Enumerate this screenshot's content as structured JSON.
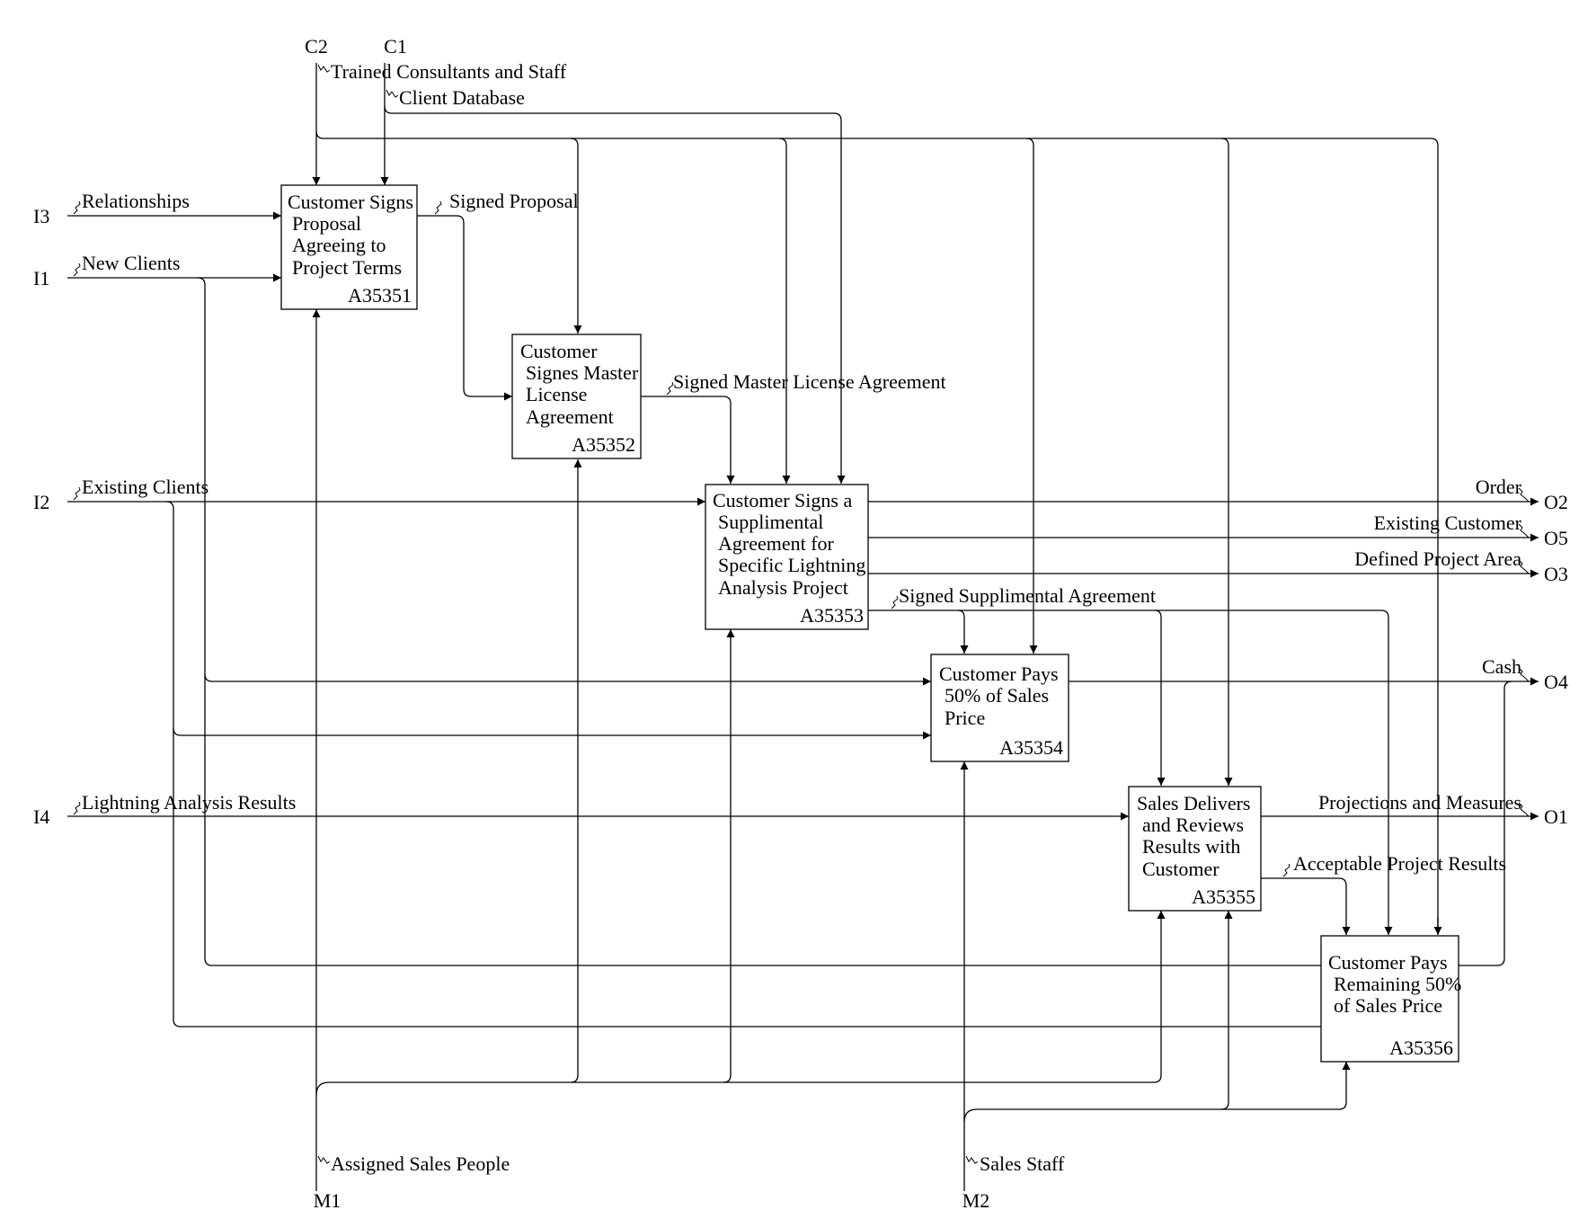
{
  "boundary": {
    "C1": "C1",
    "C2": "C2",
    "I1": "I1",
    "I2": "I2",
    "I3": "I3",
    "I4": "I4",
    "O1": "O1",
    "O2": "O2",
    "O3": "O3",
    "O4": "O4",
    "O5": "O5",
    "M1": "M1",
    "M2": "M2"
  },
  "boxes": [
    {
      "id": "A35351",
      "lines": [
        "Customer Signs",
        "Proposal",
        "Agreeing to",
        "Project Terms"
      ],
      "node": "A35351"
    },
    {
      "id": "A35352",
      "lines": [
        "Customer",
        "Signes Master",
        "License",
        "Agreement"
      ],
      "node": "A35352"
    },
    {
      "id": "A35353",
      "lines": [
        "Customer Signs a",
        "Supplimental",
        "Agreement for",
        "Specific Lightning",
        "Analysis Project"
      ],
      "node": "A35353"
    },
    {
      "id": "A35354",
      "lines": [
        "Customer Pays",
        "50% of Sales",
        "Price"
      ],
      "node": "A35354"
    },
    {
      "id": "A35355",
      "lines": [
        "Sales Delivers",
        "and Reviews",
        "Results with",
        "Customer"
      ],
      "node": "A35355"
    },
    {
      "id": "A35356",
      "lines": [
        "Customer Pays",
        "Remaining 50%",
        "of Sales Price"
      ],
      "node": "A35356"
    }
  ],
  "arrows": {
    "trained_consultants": "Trained Consultants and Staff",
    "client_database": "Client Database",
    "relationships": "Relationships",
    "new_clients": "New Clients",
    "signed_proposal": "Signed Proposal",
    "signed_master_license": "Signed Master License Agreement",
    "existing_clients": "Existing Clients",
    "order": "Order",
    "existing_customer": "Existing Customer",
    "defined_project_area": "Defined Project Area",
    "signed_supplimental": "Signed Supplimental Agreement",
    "cash": "Cash",
    "lightning_results": "Lightning Analysis Results",
    "projections": "Projections and Measures",
    "acceptable_results": "Acceptable Project Results",
    "assigned_sales_people": "Assigned Sales People",
    "sales_staff": "Sales Staff"
  }
}
